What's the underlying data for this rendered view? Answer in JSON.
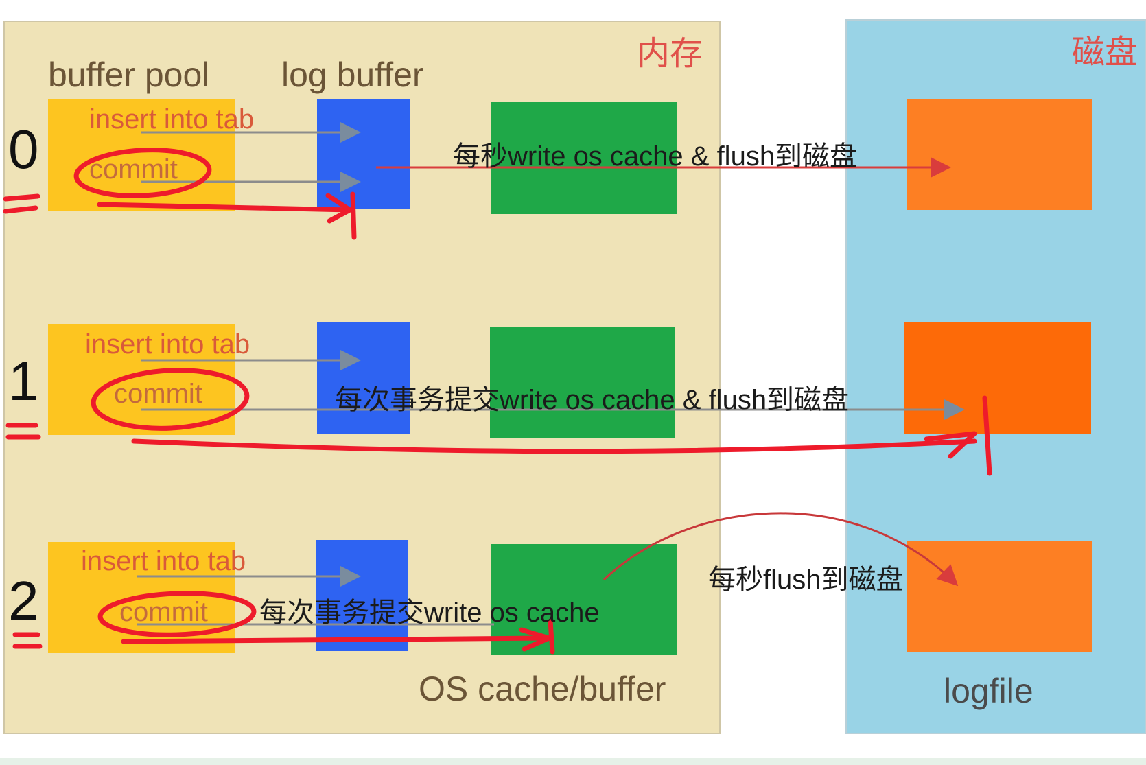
{
  "memory": {
    "title": "内存",
    "buffer_pool_label": "buffer pool",
    "log_buffer_label": "log buffer",
    "os_cache_label": "OS cache/buffer"
  },
  "disk": {
    "title": "磁盘",
    "logfile_label": "logfile"
  },
  "rows": [
    {
      "number": "0",
      "insert": "insert into tab",
      "commit": "commit",
      "annotation": "每秒write os cache & flush到磁盘"
    },
    {
      "number": "1",
      "insert": "insert into tab",
      "commit": "commit",
      "annotation": "每次事务提交write os cache & flush到磁盘"
    },
    {
      "number": "2",
      "insert": "insert into tab",
      "commit": "commit",
      "annotation": "每次事务提交write os cache",
      "annotation2": "每秒flush到磁盘"
    }
  ],
  "colors": {
    "memory_bg": "#efe3b7",
    "disk_bg": "#99d3e6",
    "buffer_pool": "#fdc520",
    "log_buffer": "#2e63f2",
    "os_cache": "#1fa848",
    "logfile": "#fd7f23",
    "handwriting": "#ee1b2b"
  }
}
